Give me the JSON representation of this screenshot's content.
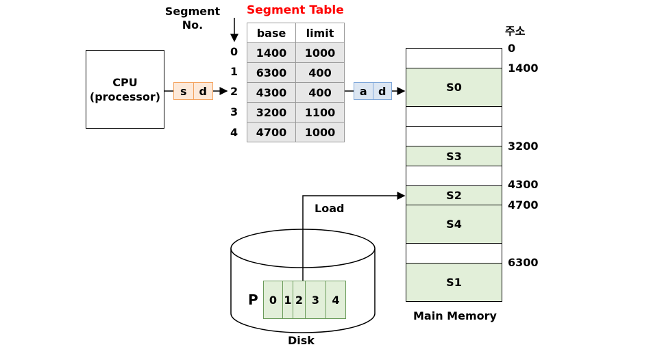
{
  "diagram": {
    "segment_no_label": "Segment\nNo.",
    "segment_table_title": "Segment Table",
    "table_headers": [
      "base",
      "limit"
    ],
    "table_rows": [
      {
        "no": "0",
        "base": "1400",
        "limit": "1000"
      },
      {
        "no": "1",
        "base": "6300",
        "limit": "400"
      },
      {
        "no": "2",
        "base": "4300",
        "limit": "400"
      },
      {
        "no": "3",
        "base": "3200",
        "limit": "1100"
      },
      {
        "no": "4",
        "base": "4700",
        "limit": "1000"
      }
    ],
    "cpu_label": "CPU\n(processor)",
    "logical_address": [
      "s",
      "d"
    ],
    "physical_address": [
      "a",
      "d"
    ],
    "address_title": "주소",
    "address_marks": [
      "0",
      "1400",
      "3200",
      "4300",
      "4700",
      "6300"
    ],
    "memory_segments": [
      "S0",
      "S3",
      "S2",
      "S4",
      "S1"
    ],
    "memory_label": "Main Memory",
    "load_label": "Load",
    "process_label": "P",
    "disk_segments": [
      "0",
      "1",
      "2",
      "3",
      "4"
    ],
    "disk_label": "Disk",
    "colors": {
      "title_red": "#ff0000",
      "segment_green": "#e2efd9",
      "logical_orange": "#fde9d9",
      "physical_blue": "#dce6f2",
      "table_gray": "#e7e7e7"
    }
  }
}
